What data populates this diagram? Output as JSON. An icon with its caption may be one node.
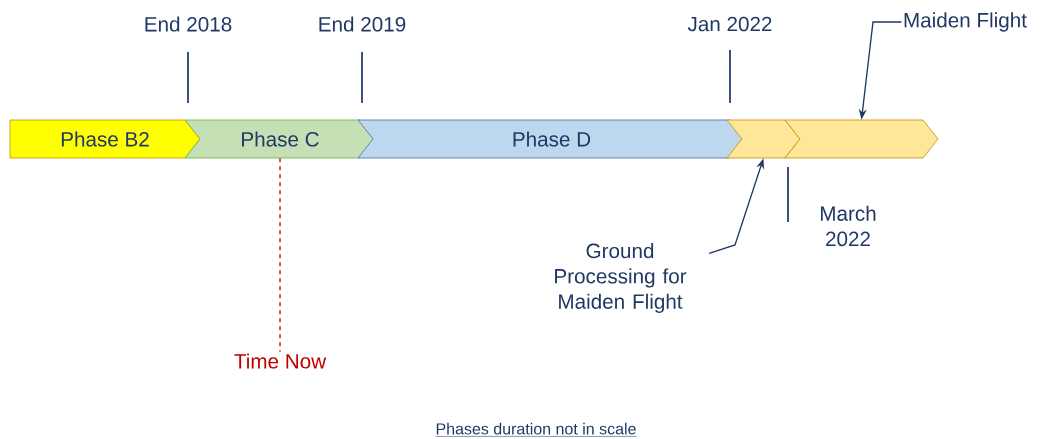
{
  "diagram": {
    "nodes": [
      {
        "text": [
          "Phase B2"
        ]
      },
      {
        "text": [
          "Phase C"
        ]
      },
      {
        "text": [
          "Phase D"
        ]
      },
      {
        "text": [],
        "shape": "chevron"
      },
      {
        "text": [],
        "shape": "chevron"
      },
      {
        "text": [
          "Time Now"
        ]
      },
      {
        "text": [
          "Ground Processing for Maiden Flight"
        ]
      },
      {
        "text": [
          "Maiden Flight"
        ]
      }
    ],
    "edges": [
      {
        "from": 1,
        "to": 5,
        "arrow": "none",
        "style": "dashed",
        "color": "#c00000"
      },
      {
        "from": 6,
        "to": 3,
        "arrow": "to"
      },
      {
        "from": 7,
        "to": 4,
        "arrow": "to"
      }
    ],
    "labels": [
      "End 2018",
      "End 2019",
      "Jan 2022",
      "March 2022",
      "Phases duration not in scale"
    ]
  }
}
